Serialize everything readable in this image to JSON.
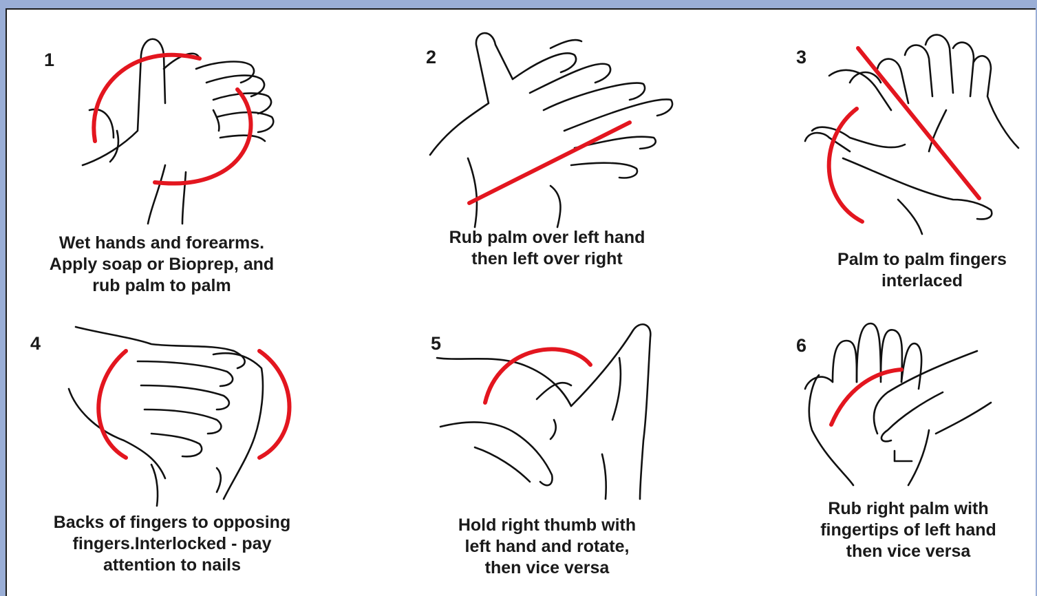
{
  "steps": [
    {
      "number": "1",
      "caption": "Wet hands and forearms.\nApply soap or Bioprep, and\nrub palm to palm",
      "icon": "hands-rub-palm-to-palm-icon"
    },
    {
      "number": "2",
      "caption": "Rub palm over left hand\nthen left over right",
      "icon": "hands-palm-over-back-icon"
    },
    {
      "number": "3",
      "caption": "Palm to palm fingers\ninterlaced",
      "icon": "hands-fingers-interlaced-icon"
    },
    {
      "number": "4",
      "caption": "Backs of fingers to opposing\nfingers.Interlocked - pay\nattention to nails",
      "icon": "hands-backs-of-fingers-icon"
    },
    {
      "number": "5",
      "caption": "Hold right thumb with\nleft hand and rotate,\nthen vice versa",
      "icon": "hands-rotate-thumb-icon"
    },
    {
      "number": "6",
      "caption": "Rub right palm with\nfingertips of left hand\nthen vice versa",
      "icon": "hands-fingertips-in-palm-icon"
    }
  ],
  "colors": {
    "frame": "#9aaed6",
    "motion": "#e3161f",
    "ink": "#111111",
    "background": "#ffffff"
  }
}
